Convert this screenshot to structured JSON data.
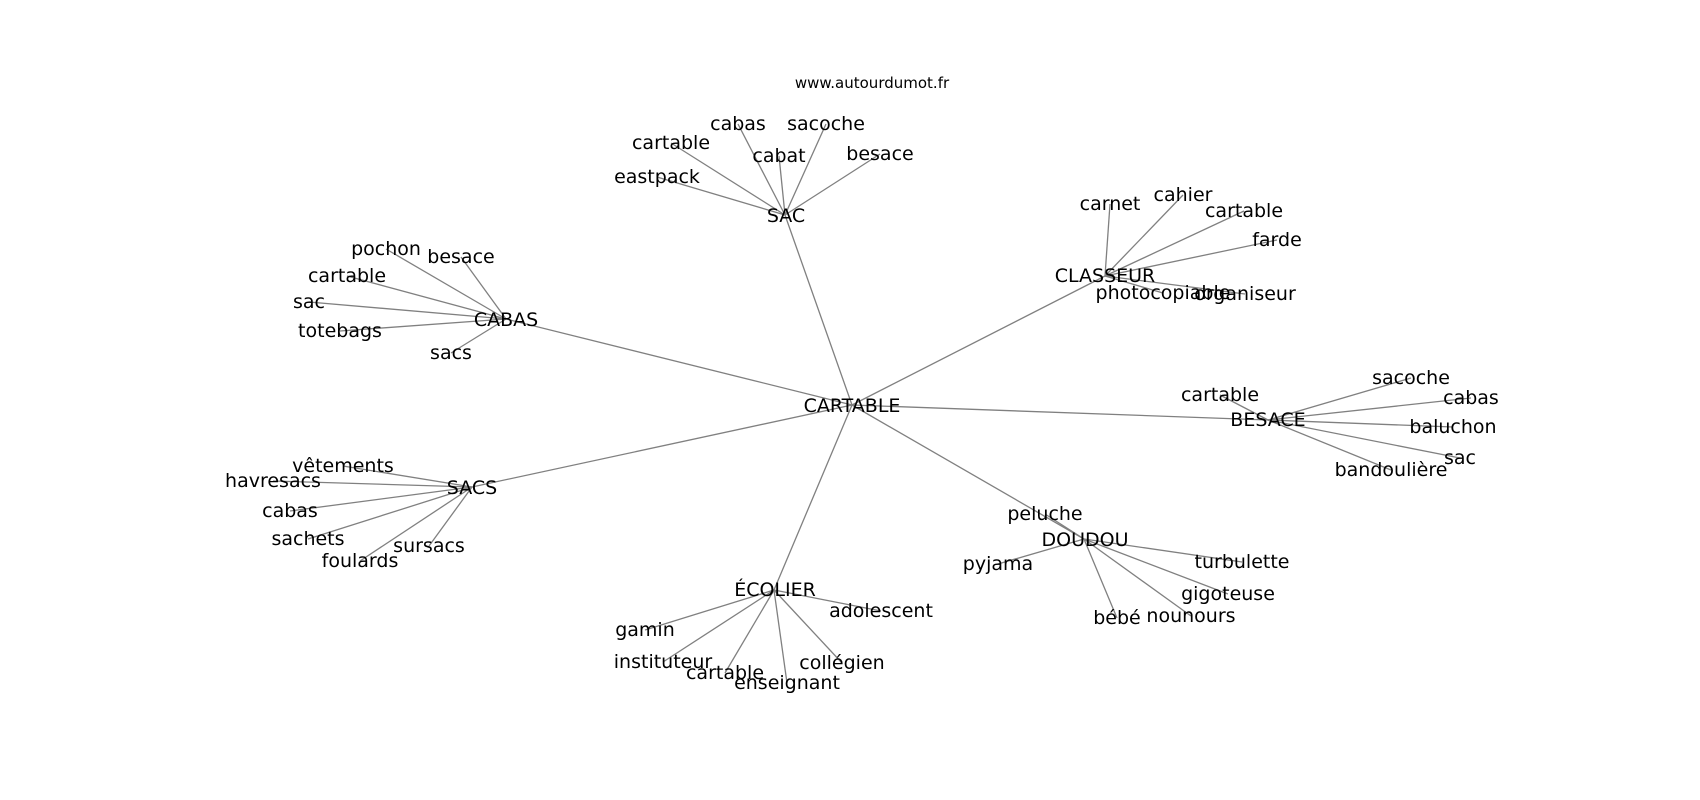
{
  "watermark": "www.autourdumot.fr",
  "center": "CARTABLE",
  "clusters": [
    {
      "hub": "SAC",
      "words": [
        "cabas",
        "sacoche",
        "cartable",
        "cabat",
        "besace",
        "eastpack"
      ]
    },
    {
      "hub": "CLASSEUR",
      "words": [
        "carnet",
        "cahier",
        "cartable",
        "farde",
        "photocopiable",
        "organiseur"
      ]
    },
    {
      "hub": "CABAS",
      "words": [
        "pochon",
        "besace",
        "cartable",
        "sac",
        "totebags",
        "sacs"
      ]
    },
    {
      "hub": "BESACE",
      "words": [
        "cartable",
        "sacoche",
        "cabas",
        "baluchon",
        "sac",
        "bandoulière"
      ]
    },
    {
      "hub": "SACS",
      "words": [
        "vêtements",
        "havresacs",
        "cabas",
        "sachets",
        "foulards",
        "sursacs"
      ]
    },
    {
      "hub": "DOUDOU",
      "words": [
        "peluche",
        "pyjama",
        "turbulette",
        "gigoteuse",
        "bébé",
        "nounours"
      ]
    },
    {
      "hub": "ÉCOLIER",
      "words": [
        "adolescent",
        "gamin",
        "instituteur",
        "cartable",
        "enseignant",
        "collégien"
      ]
    }
  ]
}
